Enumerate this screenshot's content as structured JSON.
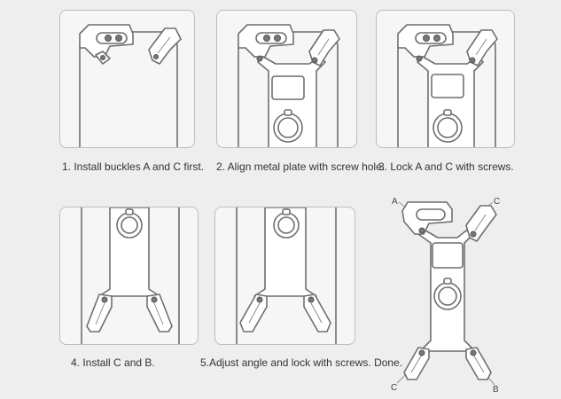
{
  "steps": [
    {
      "label": "1. Install buckles A and C first."
    },
    {
      "label": "2. Align metal plate with screw hole."
    },
    {
      "label": "3. Lock A and C with screws."
    },
    {
      "label": "4. Install C and B."
    },
    {
      "label": "5.Adjust angle and lock with screws. Done."
    }
  ],
  "callouts": {
    "top_left": "A",
    "top_right": "C",
    "bottom_left": "C",
    "bottom_right": "B"
  },
  "colors": {
    "background": "#eeeeee",
    "panel_border": "#bdbdbd",
    "line": "#6f6f6f",
    "text": "#333333"
  }
}
